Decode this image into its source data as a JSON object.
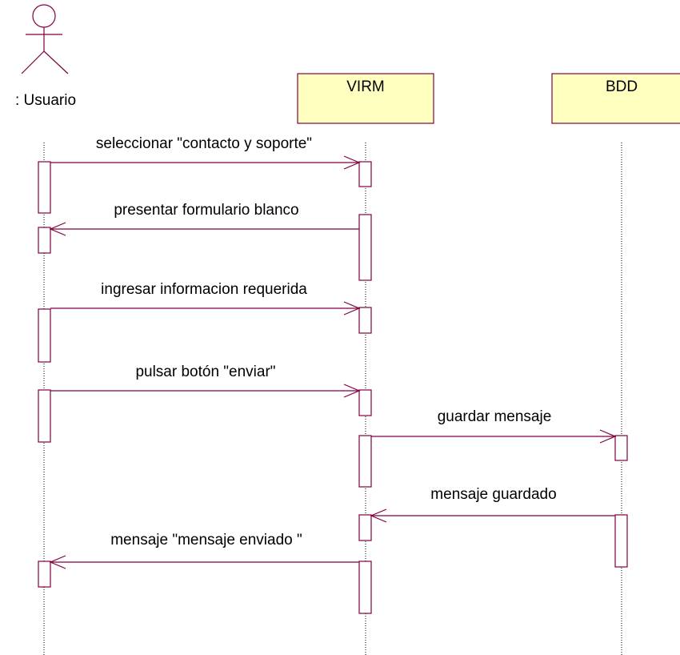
{
  "colors": {
    "line": "#800040",
    "participant_fill": "#ffffc0",
    "lifeline": "#000000",
    "text": "#000000"
  },
  "participants": [
    {
      "id": "usuario",
      "label": ": Usuario",
      "kind": "actor"
    },
    {
      "id": "virm",
      "label": "VIRM",
      "kind": "object"
    },
    {
      "id": "bdd",
      "label": "BDD",
      "kind": "object"
    }
  ],
  "messages": [
    {
      "from": "usuario",
      "to": "virm",
      "label": "seleccionar \"contacto y soporte\""
    },
    {
      "from": "virm",
      "to": "usuario",
      "label": "presentar formulario blanco"
    },
    {
      "from": "usuario",
      "to": "virm",
      "label": "ingresar informacion requerida"
    },
    {
      "from": "usuario",
      "to": "virm",
      "label": "pulsar botón \"enviar\""
    },
    {
      "from": "virm",
      "to": "bdd",
      "label": "guardar mensaje"
    },
    {
      "from": "bdd",
      "to": "virm",
      "label": "mensaje guardado"
    },
    {
      "from": "virm",
      "to": "usuario",
      "label": "mensaje \"mensaje enviado \""
    }
  ]
}
